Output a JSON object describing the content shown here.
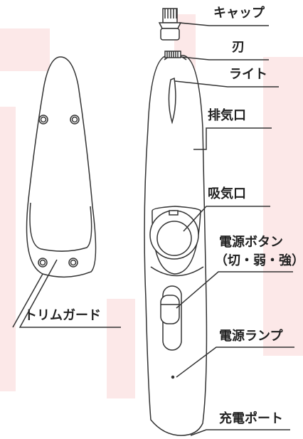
{
  "colors": {
    "watermark": "#fce8e8",
    "stroke": "#333333",
    "text": "#222222"
  },
  "labels": {
    "cap": "キャップ",
    "blade": "刃",
    "light": "ライト",
    "exhaust": "排気口",
    "intake": "吸気口",
    "power_button": "電源ボタン",
    "power_button_modes": "（切・弱・強）",
    "power_lamp": "電源ランプ",
    "trim_guard": "トリムガード",
    "charge_port": "充電ポート"
  }
}
